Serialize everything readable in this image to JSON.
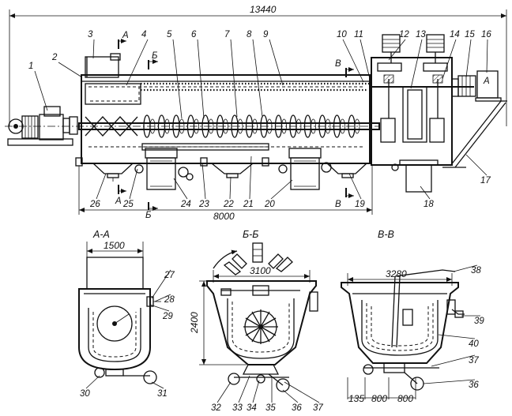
{
  "dimensions": {
    "total_length": "13440",
    "body_length": "8000",
    "aa_width": "1500",
    "bb_width": "3100",
    "bb_height": "2400",
    "vv_width": "3280",
    "vv_bottom_1": "135",
    "vv_bottom_2": "800",
    "vv_bottom_3": "800"
  },
  "section_marks": {
    "a_top": "A",
    "a_bottom": "A",
    "b_top": "Б",
    "b_bottom": "Б",
    "v_top": "В",
    "v_bottom": "В"
  },
  "section_titles": {
    "aa": "A-A",
    "bb": "Б-Б",
    "vv": "В-В"
  },
  "motor_letter": "A",
  "callouts": [
    "1",
    "2",
    "3",
    "4",
    "5",
    "6",
    "7",
    "8",
    "9",
    "10",
    "11",
    "12",
    "13",
    "14",
    "15",
    "16",
    "17",
    "18",
    "19",
    "20",
    "21",
    "22",
    "23",
    "24",
    "25",
    "26",
    "27",
    "28",
    "29",
    "30",
    "31",
    "32",
    "33",
    "34",
    "35",
    "36",
    "37",
    "38",
    "39",
    "40",
    "37",
    "36"
  ]
}
